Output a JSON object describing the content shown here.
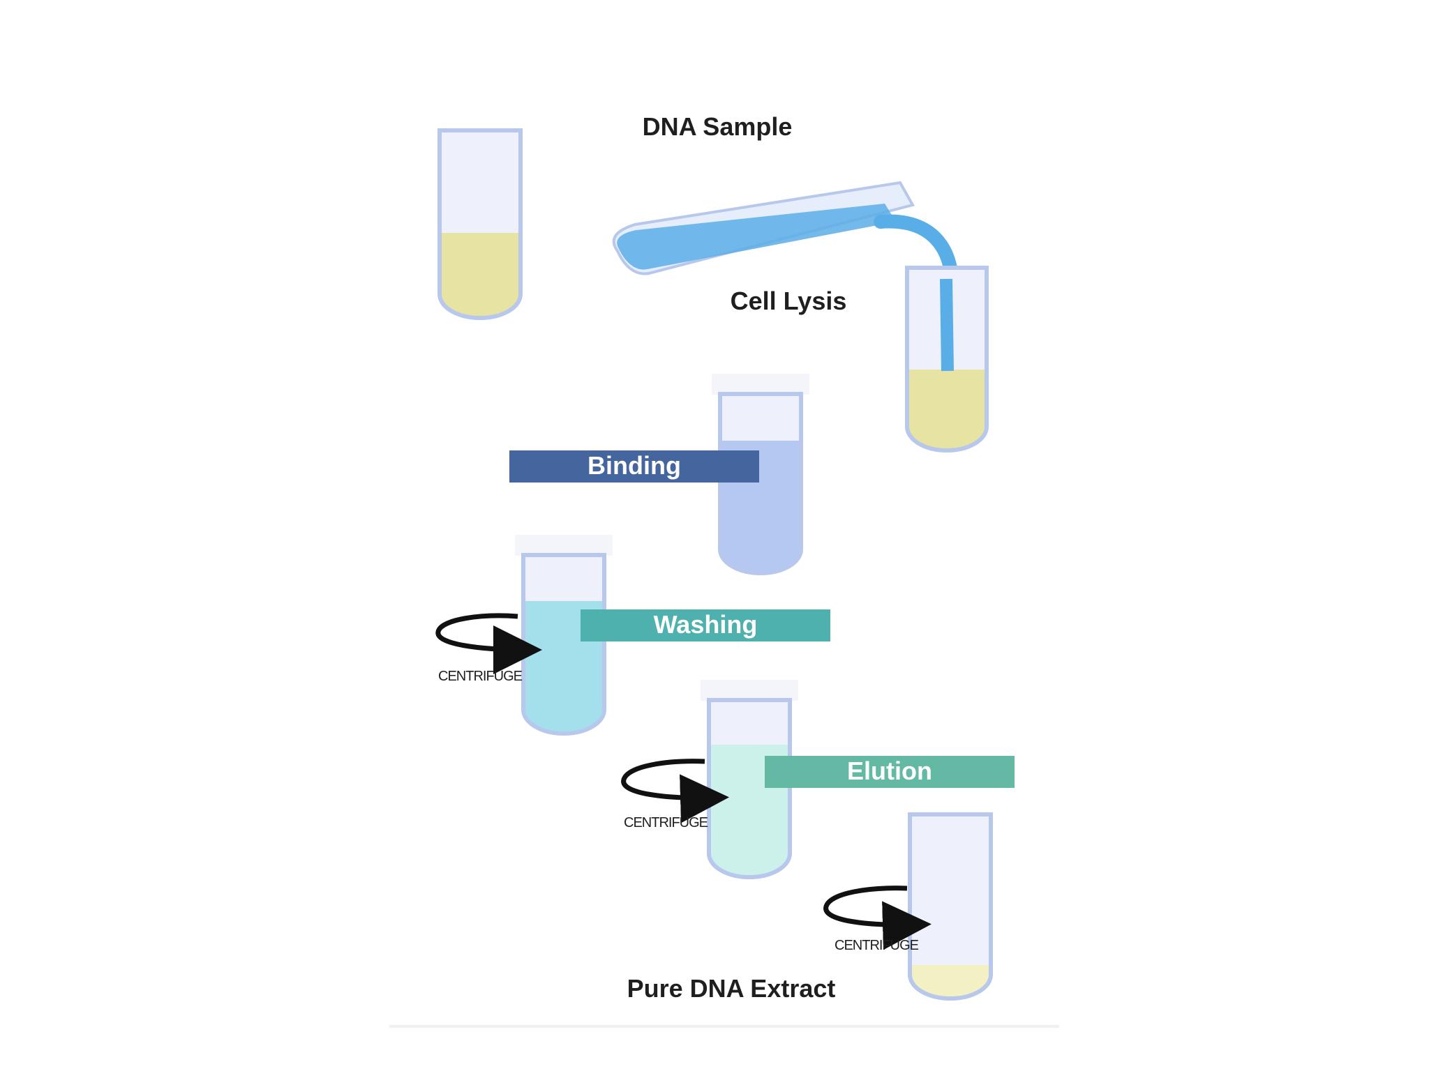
{
  "labels": {
    "dna_sample": "DNA Sample",
    "cell_lysis": "Cell Lysis",
    "binding": "Binding",
    "washing": "Washing",
    "elution": "Elution",
    "pure_dna_extract": "Pure DNA Extract",
    "centrifuge_1": "CENTRIFUGE",
    "centrifuge_2": "CENTRIFUGE",
    "centrifuge_3": "CENTRIFUGE"
  },
  "colors": {
    "sample_liquid": "#e6e3a3",
    "lysis_reagent": "#5aaee8",
    "binding_liquid": "#b5c8f2",
    "binding_label": "#44659e",
    "washing_liquid": "#a3e0ec",
    "washing_label": "#4eb1ad",
    "elution_liquid": "#ccf0ea",
    "elution_label": "#63b9a3",
    "pure_extract": "#f3f1c4",
    "tube_glass": "#e9eefb",
    "tube_outline": "#b8c8ec"
  },
  "icons": {
    "centrifuge": "curved-arrow-icon"
  }
}
